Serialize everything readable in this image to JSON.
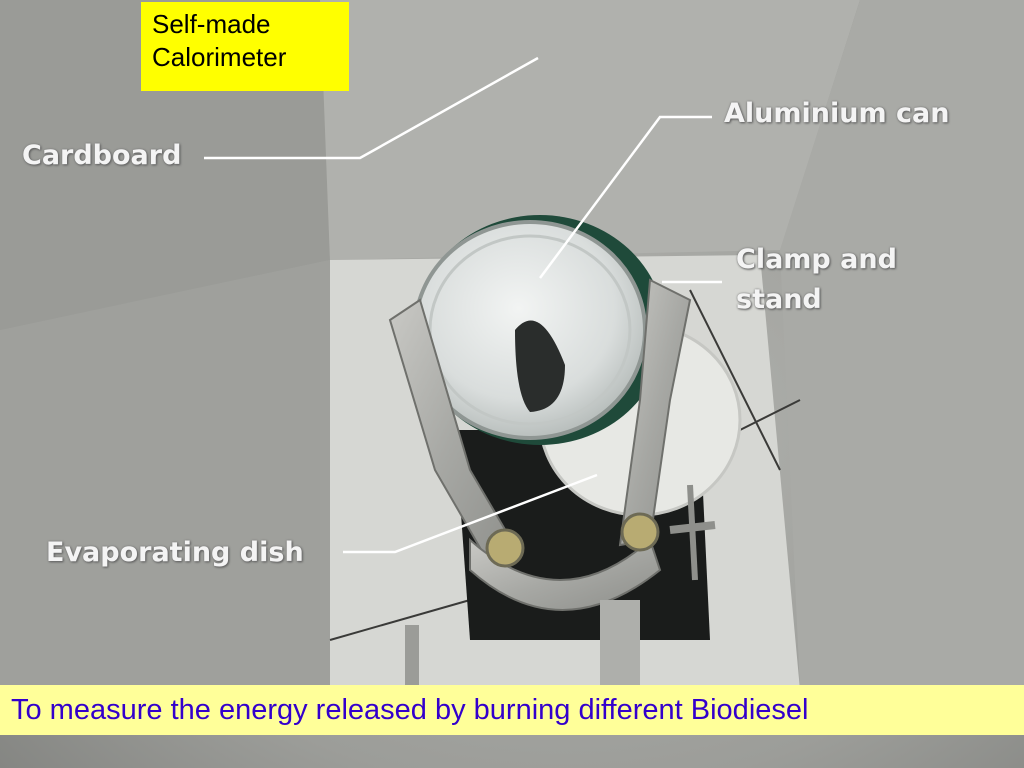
{
  "title": {
    "line1": "Self-made",
    "line2": "Calorimeter"
  },
  "labels": {
    "cardboard": "Cardboard",
    "aluminium_can": "Aluminium can",
    "clamp_line1": "Clamp and",
    "clamp_line2": "stand",
    "evaporating_dish": "Evaporating dish"
  },
  "caption": "To measure the energy released by burning different Biodiesel",
  "colors": {
    "title_background": "#ffff00",
    "caption_background": "#ffff99",
    "caption_text": "#3300cc",
    "label_text": "#f4f4f4"
  }
}
